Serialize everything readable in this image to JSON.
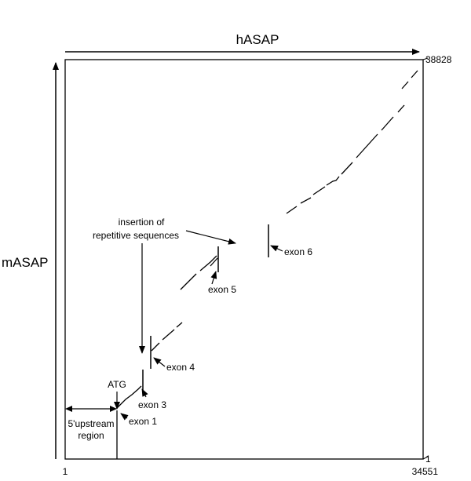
{
  "axes": {
    "x_label": "hASAP",
    "y_label": "mASAP",
    "x_min_label": "1",
    "x_max_label": "34551",
    "y_min_label": "1",
    "y_max_label": "38828"
  },
  "annotations": {
    "upstream_line1": "5'upstream",
    "upstream_line2": "region",
    "atg": "ATG",
    "exon1": "exon 1",
    "exon3": "exon 3",
    "exon4": "exon 4",
    "exon5": "exon 5",
    "exon6": "exon 6",
    "insertion_line1": "insertion of",
    "insertion_line2": "repetitive sequences"
  }
}
